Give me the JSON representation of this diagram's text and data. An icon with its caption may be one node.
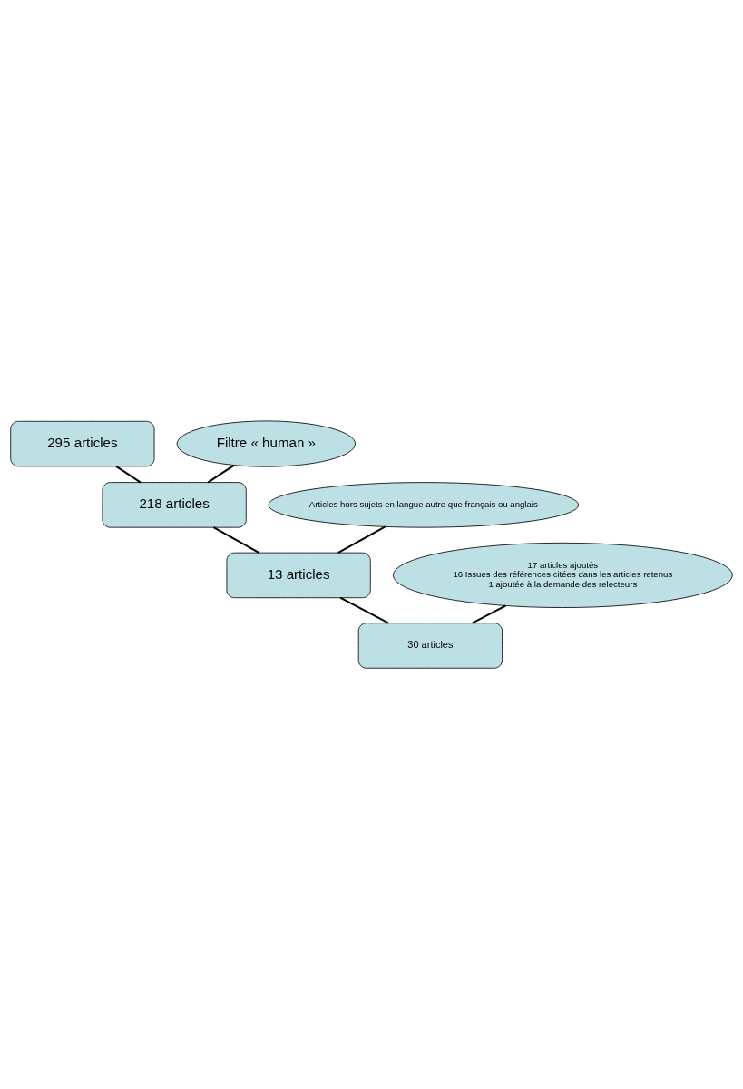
{
  "diagram": {
    "nodes": [
      {
        "text": [
          "295 articles"
        ]
      },
      {
        "text": [
          "Filtre « human »"
        ]
      },
      {
        "text": [
          "218 articles"
        ]
      },
      {
        "text": [
          "Articles hors sujets en langue autre que français ou anglais"
        ]
      },
      {
        "text": [
          "13 articles"
        ]
      },
      {
        "text": [
          "17 articles ajoutés",
          "16 Issues des références citées dans les articles retenus",
          "1 ajoutée à la demande des relecteurs"
        ]
      },
      {
        "text": [
          "30 articles"
        ]
      }
    ],
    "edges": [
      {
        "from": 0,
        "to": 2,
        "arrow": "none"
      },
      {
        "from": 1,
        "to": 2,
        "arrow": "none"
      },
      {
        "from": 2,
        "to": 4,
        "arrow": "none"
      },
      {
        "from": 3,
        "to": 4,
        "arrow": "none"
      },
      {
        "from": 4,
        "to": 6,
        "arrow": "none"
      },
      {
        "from": 5,
        "to": 6,
        "arrow": "none"
      }
    ]
  }
}
